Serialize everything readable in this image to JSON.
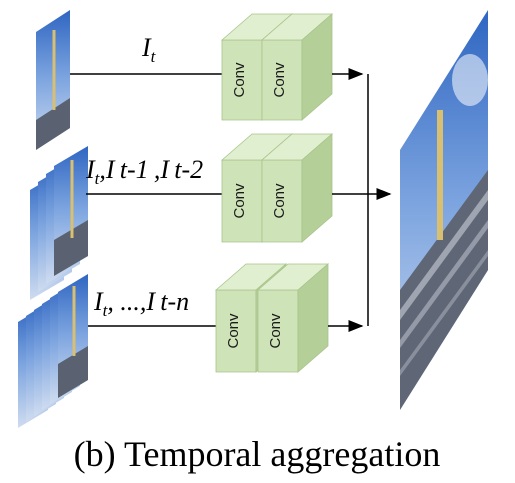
{
  "diagram": {
    "rows": [
      {
        "label_main": "I",
        "label_sub": "t",
        "label_rest": "",
        "conv_labels": [
          "Conv",
          "Conv"
        ],
        "frame_count": 1
      },
      {
        "label_main": "I",
        "label_sub": "t",
        "label_rest": ",I t-1 ,I t-2",
        "conv_labels": [
          "Conv",
          "Conv"
        ],
        "frame_count": 4
      },
      {
        "label_main": "I",
        "label_sub": "t",
        "label_rest": ", ...,I t-n",
        "conv_labels": [
          "Conv",
          "Conv"
        ],
        "frame_count": 6
      }
    ],
    "caption": "(b) Temporal aggregation",
    "colors": {
      "conv_front": "#cfe3b8",
      "conv_side": "#b4cf97",
      "conv_top": "#e0efd0",
      "line": "#000000",
      "sky": "#3f74c9",
      "sky_light": "#a9c7ef",
      "building": "#8a8f99"
    }
  }
}
